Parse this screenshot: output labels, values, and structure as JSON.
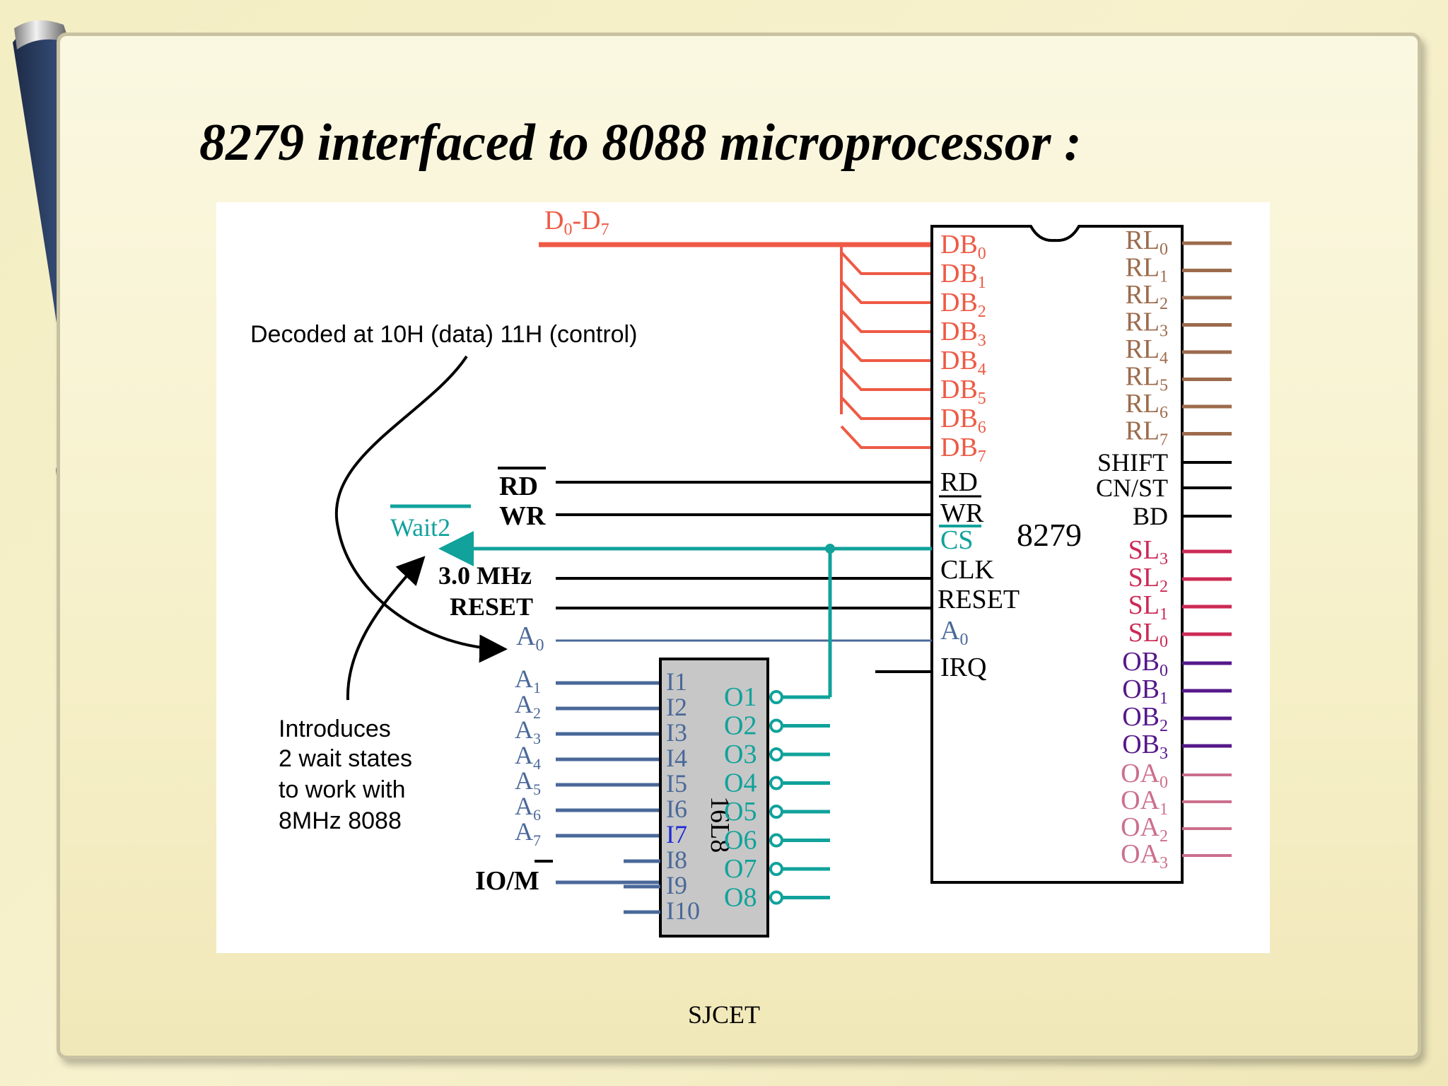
{
  "slide": {
    "title": "8279 interfaced to 8088 microprocessor :",
    "footer": "SJCET"
  },
  "diagram": {
    "bus_label": {
      "main": "D",
      "sub0": "0",
      "dash": "-D",
      "sub1": "7"
    },
    "annotation_decode": "Decoded at 10H (data) 11H (control)",
    "annotation_wait": [
      "Introduces",
      "2 wait states",
      "to work with",
      "8MHz 8088"
    ],
    "left_signals": {
      "rd": "RD",
      "wr": "WR",
      "wait2": "Wait2",
      "clock": "3.0 MHz",
      "reset": "RESET",
      "iom": "IO/M"
    },
    "address_lines": {
      "letter": "A",
      "a0": "0",
      "decoder_inputs": [
        "1",
        "2",
        "3",
        "4",
        "5",
        "6",
        "7"
      ]
    },
    "pal": {
      "name": "16L8",
      "inputs": [
        "I1",
        "I2",
        "I3",
        "I4",
        "I5",
        "I6",
        "I7",
        "I8",
        "I9",
        "I10"
      ],
      "outputs": [
        "O1",
        "O2",
        "O3",
        "O4",
        "O5",
        "O6",
        "O7",
        "O8"
      ]
    },
    "chip_8279": {
      "name": "8279",
      "db_prefix": "DB",
      "db_subs": [
        "0",
        "1",
        "2",
        "3",
        "4",
        "5",
        "6",
        "7"
      ],
      "left_pins": {
        "rd": "RD",
        "wr": "WR",
        "cs": "CS",
        "clk": "CLK",
        "reset": "RESET",
        "a": "A",
        "a_sub": "0",
        "irq": "IRQ"
      },
      "rl_prefix": "RL",
      "rl_subs": [
        "0",
        "1",
        "2",
        "3",
        "4",
        "5",
        "6",
        "7"
      ],
      "control_pins": [
        "SHIFT",
        "CN/ST",
        "BD"
      ],
      "sl_prefix": "SL",
      "sl_subs": [
        "3",
        "2",
        "1",
        "0"
      ],
      "ob_prefix": "OB",
      "ob_subs": [
        "0",
        "1",
        "2",
        "3"
      ],
      "oa_prefix": "OA",
      "oa_subs": [
        "0",
        "1",
        "2",
        "3"
      ]
    },
    "colors": {
      "data_bus": "#ee5a45",
      "rl": "#9c6b4c",
      "teal": "#10a29b",
      "address": "#4a6899",
      "sl": "#cc2a55",
      "ob": "#55188a",
      "oa": "#cc6f8c",
      "pal_fill": "#c7c7c7",
      "i7": "#1f2ad6"
    }
  }
}
